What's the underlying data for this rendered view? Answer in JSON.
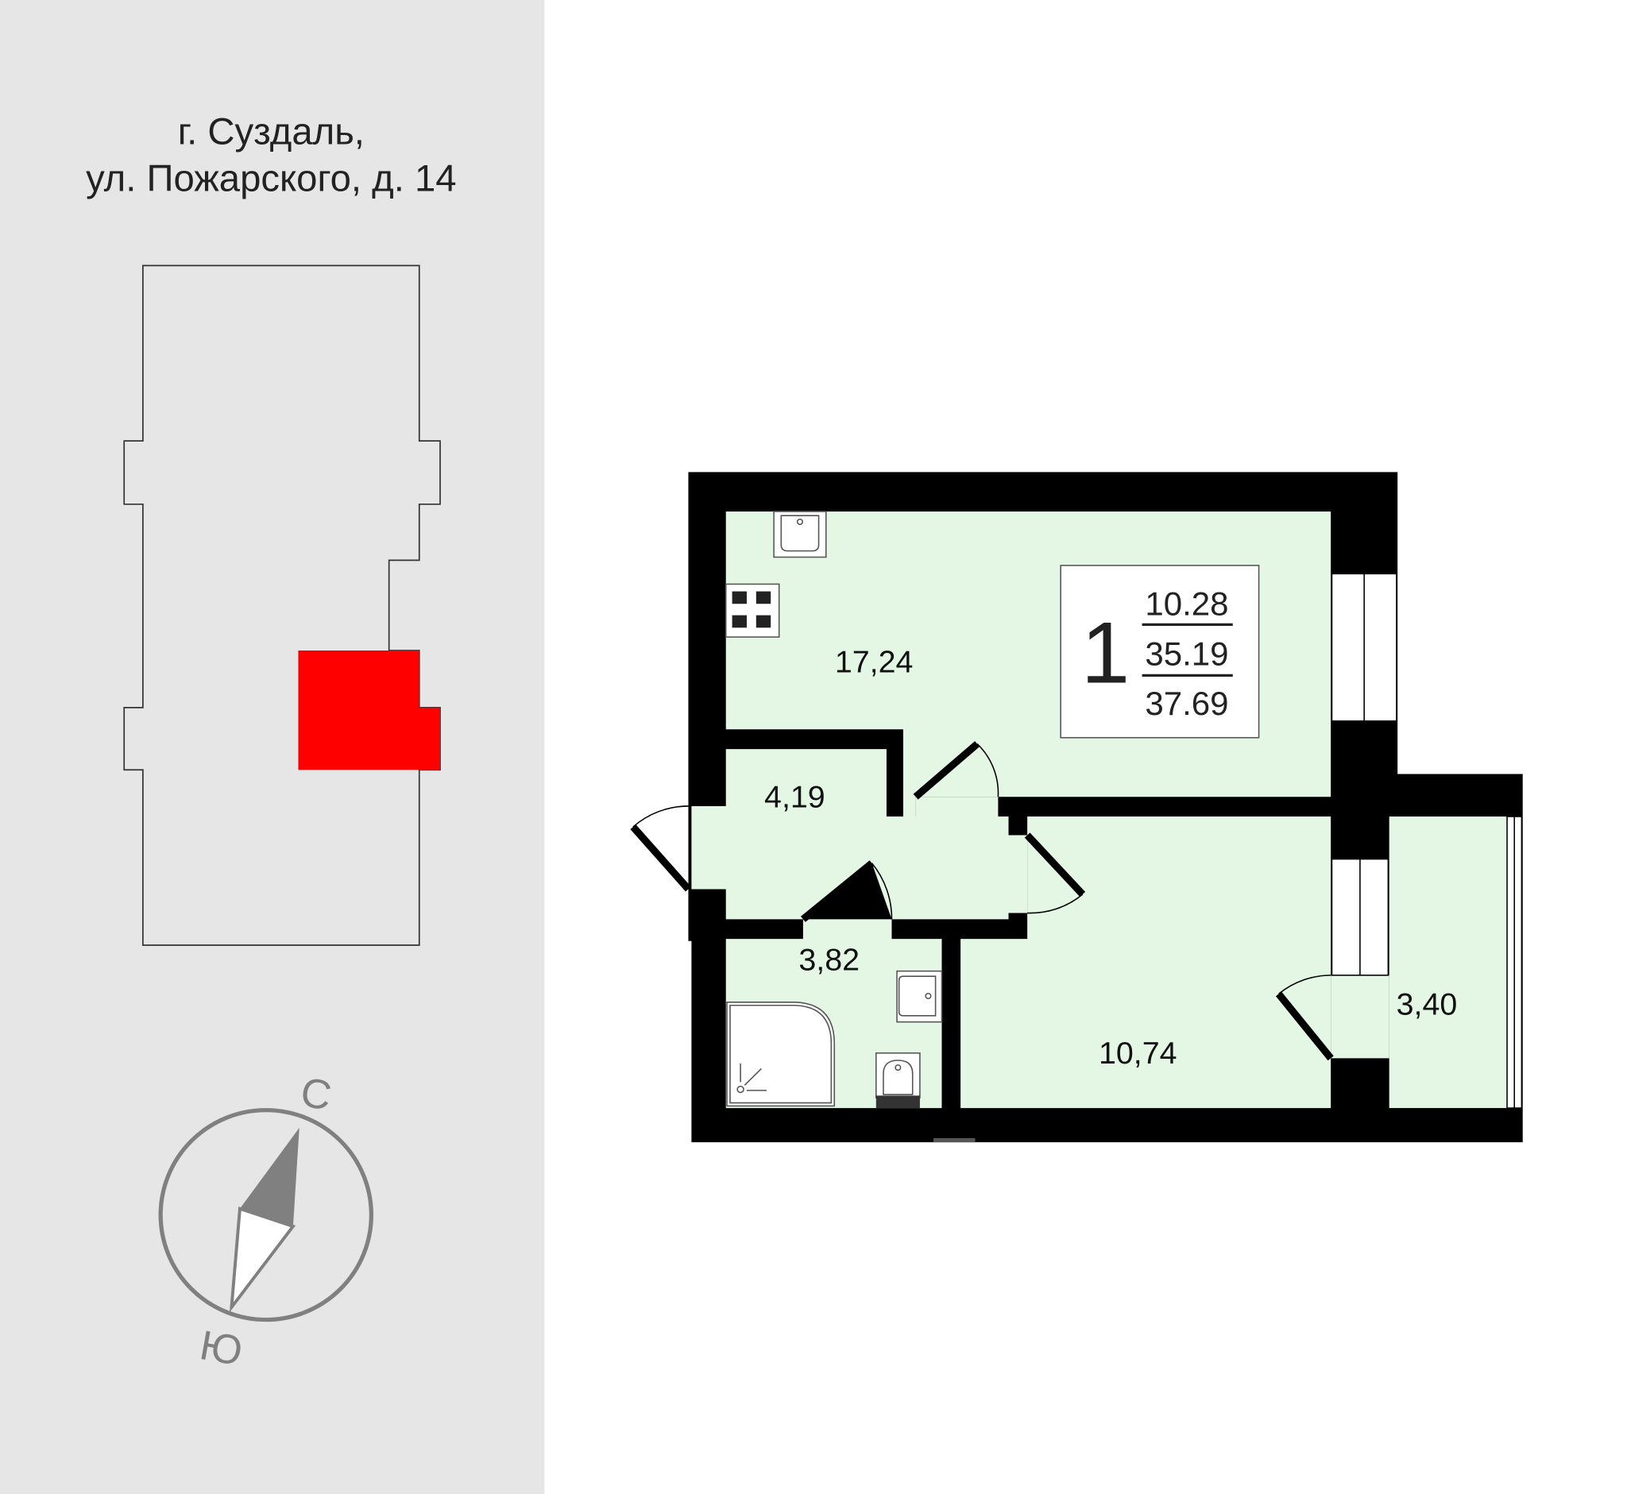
{
  "address": {
    "line1": "г. Суздаль,",
    "line2": "ул. Пожарского, д. 14"
  },
  "compass": {
    "north": "С",
    "south": "Ю"
  },
  "apartment": {
    "rooms_count": "1",
    "living_area": "10.28",
    "total_area": "35.19",
    "total_area_with_balcony": "37.69"
  },
  "rooms": {
    "kitchen_living": "17,24",
    "hallway": "4,19",
    "bathroom": "3,82",
    "bedroom": "10,74",
    "balcony": "3,40"
  },
  "colors": {
    "panel": "#e6e6e6",
    "highlight": "#ff0000",
    "room_fill": "#e4f7e4",
    "wall": "#000000",
    "compass": "#808080"
  }
}
